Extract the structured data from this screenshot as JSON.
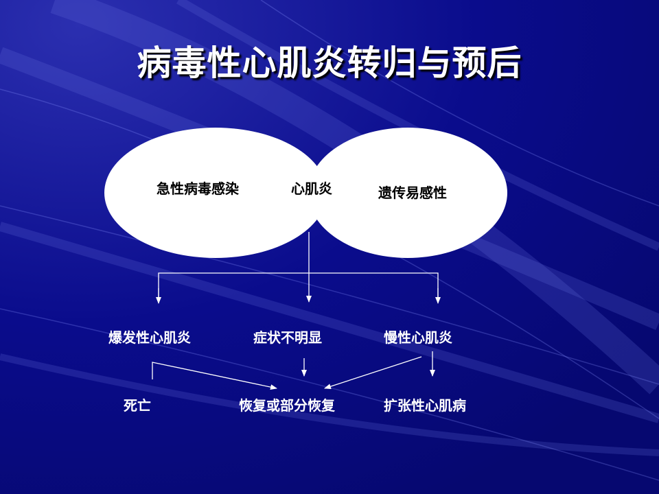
{
  "slide": {
    "title": "病毒性心肌炎转归与预后",
    "colors": {
      "background": "#0a0c8a",
      "title": "#ffffff",
      "ellipse_fill": "#ffffff",
      "ellipse_text": "#000000",
      "node_text": "#ffffff",
      "connector": "#ffffff"
    }
  },
  "venn": {
    "left": "急性病毒感染",
    "center": "心肌炎",
    "right": "遗传易感性"
  },
  "outcomes": {
    "fulminant": "爆发性心肌炎",
    "inapparent": "症状不明显",
    "chronic": "慢性心肌炎"
  },
  "endpoints": {
    "death": "死亡",
    "recovery": "恢复或部分恢复",
    "dcm": "扩张性心肌病"
  }
}
